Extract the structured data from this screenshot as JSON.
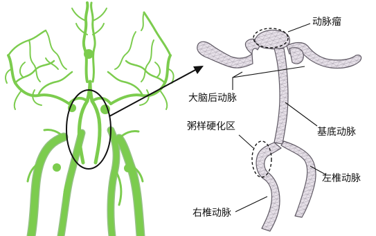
{
  "labels": {
    "aneurysm": "动脉瘤",
    "posterior_cerebral_artery": "大脑后动脉",
    "plaque_region": "粥样硬化区",
    "basilar_artery": "基底动脉",
    "left_vertebral_artery": "左椎动脉",
    "right_vertebral_artery": "右椎动脉"
  },
  "colors": {
    "vessel_green": "#7ccc4e",
    "vessel_dark": "#3f8f22",
    "mesh_fill": "#e6e0e8",
    "mesh_line": "#6e6873",
    "annotation": "#111111"
  }
}
